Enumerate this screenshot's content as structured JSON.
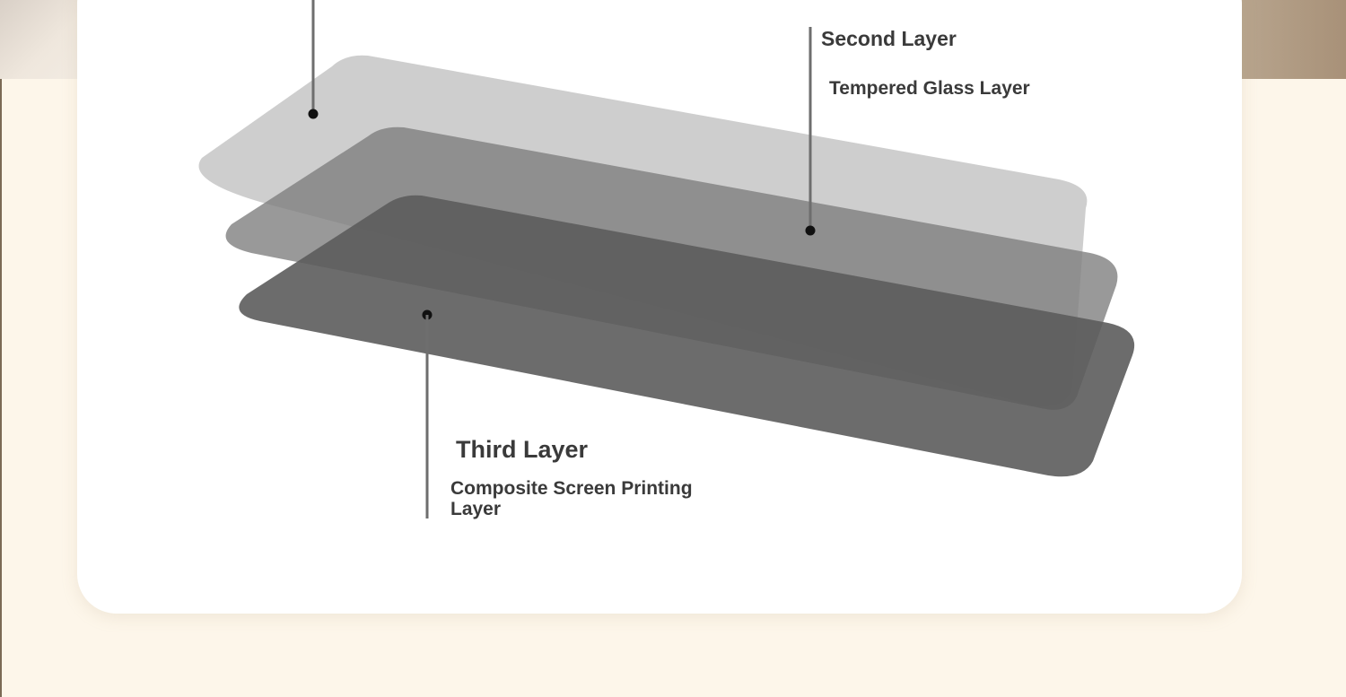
{
  "diagram": {
    "second_layer": {
      "title": "Second Layer",
      "subtitle": "Tempered Glass Layer"
    },
    "third_layer": {
      "title": "Third Layer",
      "subtitle": "Composite Screen Printing Layer"
    },
    "colors": {
      "background": "#fdf6ea",
      "card": "#ffffff",
      "top_layer": "#cfcfcf",
      "middle_layer": "#8c8c8c",
      "bottom_layer": "#5f5f5f",
      "leader_line": "#6e6e6e",
      "text": "#3a3a3a"
    }
  }
}
